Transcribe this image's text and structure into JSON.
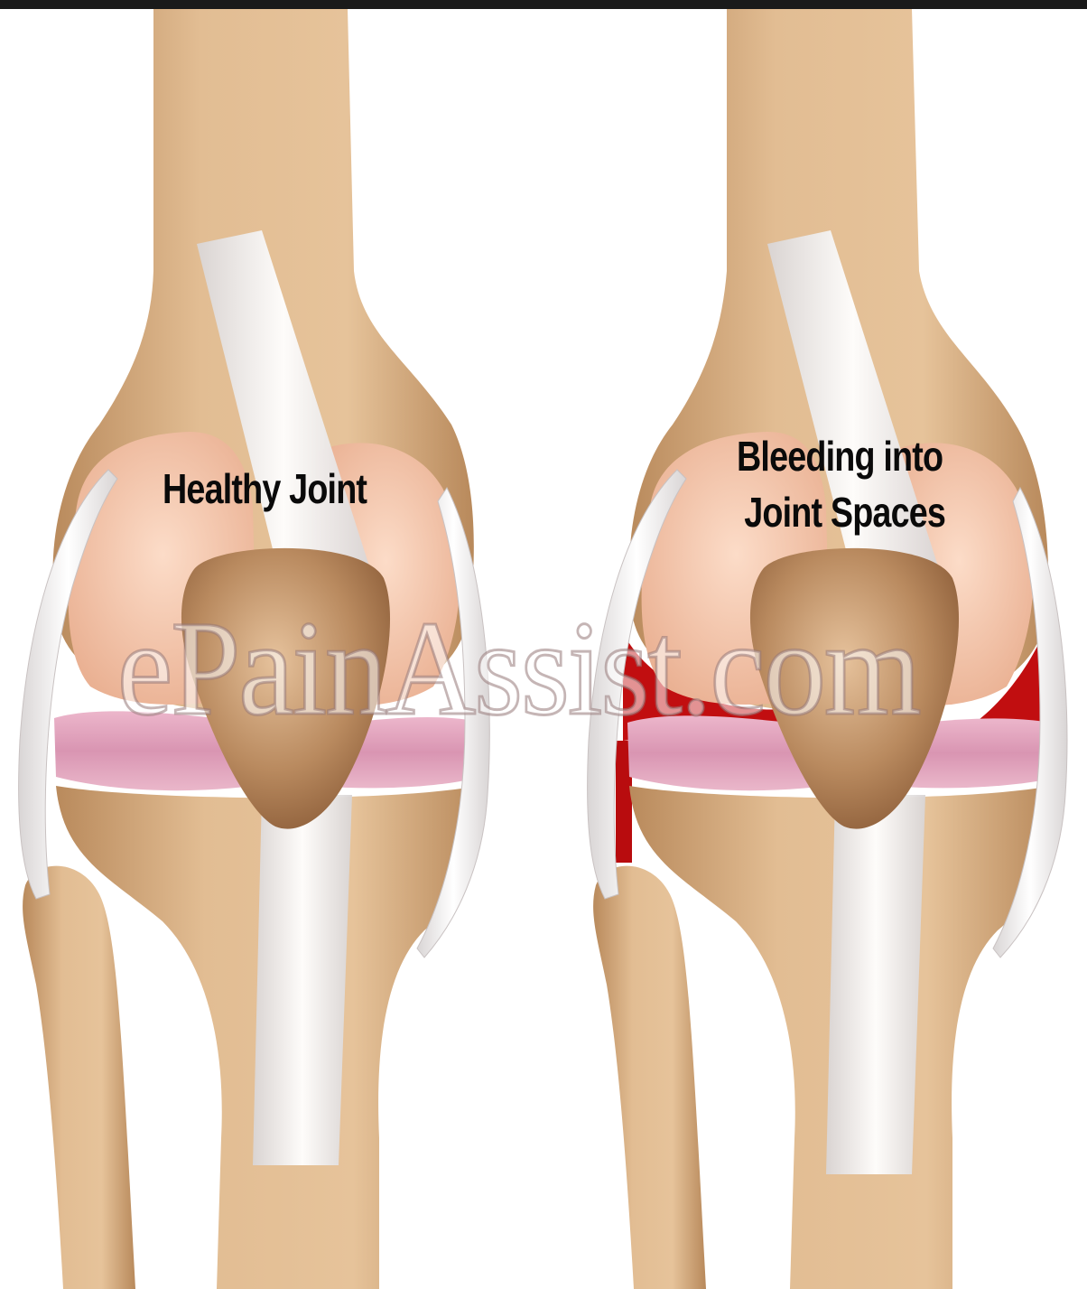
{
  "labels": {
    "healthy": "Healthy Joint",
    "bleeding_line1": "Bleeding into",
    "bleeding_line2": "Joint Spaces"
  },
  "watermark": "ePainAssist.com",
  "colors": {
    "bone": "#d9b184",
    "bone_shadow": "#a8774c",
    "cartilage": "#f3c4a4",
    "meniscus": "#dc9cb6",
    "ligament": "#f0ecec",
    "blood": "#c10e10",
    "frame": "#1a1a1a"
  }
}
